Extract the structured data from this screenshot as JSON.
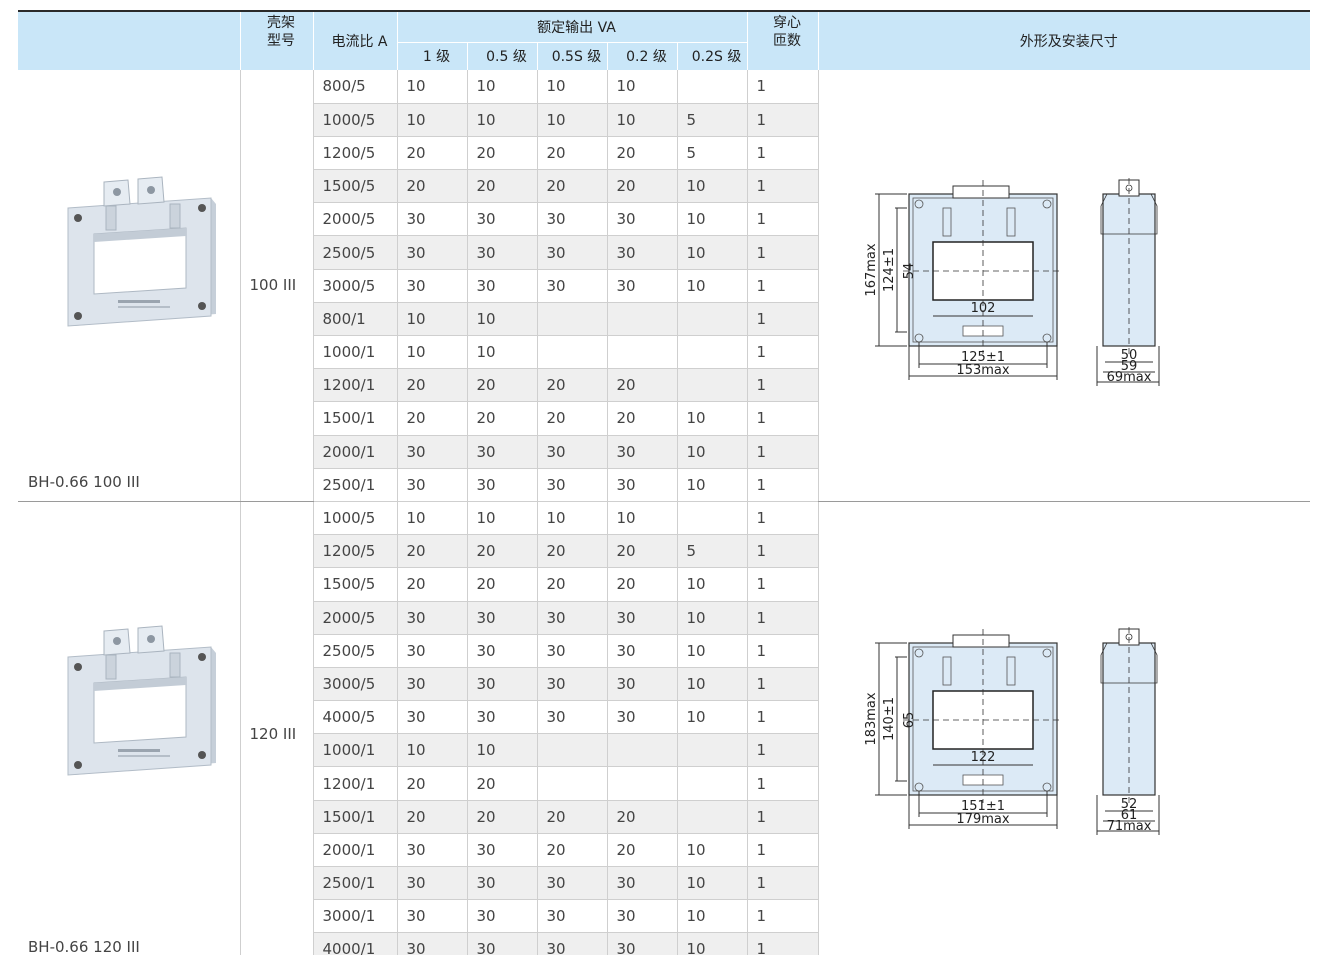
{
  "header": {
    "frame_model": [
      "壳架",
      "型号"
    ],
    "current_ratio": "电流比 A",
    "rated_output": "额定输出 VA",
    "classes": [
      "1 级",
      "0.5 级",
      "0.5S 级",
      "0.2 级",
      "0.2S 级"
    ],
    "turns": [
      "穿心",
      "匝数"
    ],
    "dimensions": "外形及安装尺寸"
  },
  "groups": [
    {
      "model": "BH-0.66 100 III",
      "frame": "100 III",
      "rows": [
        [
          "800/5",
          "10",
          "10",
          "10",
          "10",
          "",
          "1"
        ],
        [
          "1000/5",
          "10",
          "10",
          "10",
          "10",
          "5",
          "1"
        ],
        [
          "1200/5",
          "20",
          "20",
          "20",
          "20",
          "5",
          "1"
        ],
        [
          "1500/5",
          "20",
          "20",
          "20",
          "20",
          "10",
          "1"
        ],
        [
          "2000/5",
          "30",
          "30",
          "30",
          "30",
          "10",
          "1"
        ],
        [
          "2500/5",
          "30",
          "30",
          "30",
          "30",
          "10",
          "1"
        ],
        [
          "3000/5",
          "30",
          "30",
          "30",
          "30",
          "10",
          "1"
        ],
        [
          "800/1",
          "10",
          "10",
          "",
          "",
          "",
          "1"
        ],
        [
          "1000/1",
          "10",
          "10",
          "",
          "",
          "",
          "1"
        ],
        [
          "1200/1",
          "20",
          "20",
          "20",
          "20",
          "",
          "1"
        ],
        [
          "1500/1",
          "20",
          "20",
          "20",
          "20",
          "10",
          "1"
        ],
        [
          "2000/1",
          "30",
          "30",
          "30",
          "30",
          "10",
          "1"
        ],
        [
          "2500/1",
          "30",
          "30",
          "30",
          "30",
          "10",
          "1"
        ]
      ],
      "dims": {
        "height_max": "167max",
        "hole_pitch_v": "124±1",
        "window_h": "54",
        "window_w": "102",
        "hole_pitch_h": "125±1",
        "width_max": "153max",
        "side_a": "50",
        "side_b": "59",
        "side_max": "69max"
      }
    },
    {
      "model": "BH-0.66 120 III",
      "frame": "120 III",
      "rows": [
        [
          "1000/5",
          "10",
          "10",
          "10",
          "10",
          "",
          "1"
        ],
        [
          "1200/5",
          "20",
          "20",
          "20",
          "20",
          "5",
          "1"
        ],
        [
          "1500/5",
          "20",
          "20",
          "20",
          "20",
          "10",
          "1"
        ],
        [
          "2000/5",
          "30",
          "30",
          "30",
          "30",
          "10",
          "1"
        ],
        [
          "2500/5",
          "30",
          "30",
          "30",
          "30",
          "10",
          "1"
        ],
        [
          "3000/5",
          "30",
          "30",
          "30",
          "30",
          "10",
          "1"
        ],
        [
          "4000/5",
          "30",
          "30",
          "30",
          "30",
          "10",
          "1"
        ],
        [
          "1000/1",
          "10",
          "10",
          "",
          "",
          "",
          "1"
        ],
        [
          "1200/1",
          "20",
          "20",
          "",
          "",
          "",
          "1"
        ],
        [
          "1500/1",
          "20",
          "20",
          "20",
          "20",
          "",
          "1"
        ],
        [
          "2000/1",
          "30",
          "30",
          "20",
          "20",
          "10",
          "1"
        ],
        [
          "2500/1",
          "30",
          "30",
          "30",
          "30",
          "10",
          "1"
        ],
        [
          "3000/1",
          "30",
          "30",
          "30",
          "30",
          "10",
          "1"
        ],
        [
          "4000/1",
          "30",
          "30",
          "30",
          "30",
          "10",
          "1"
        ]
      ],
      "dims": {
        "height_max": "183max",
        "hole_pitch_v": "140±1",
        "window_h": "65",
        "window_w": "122",
        "hole_pitch_h": "151±1",
        "width_max": "179max",
        "side_a": "52",
        "side_b": "61",
        "side_max": "71max"
      }
    }
  ]
}
